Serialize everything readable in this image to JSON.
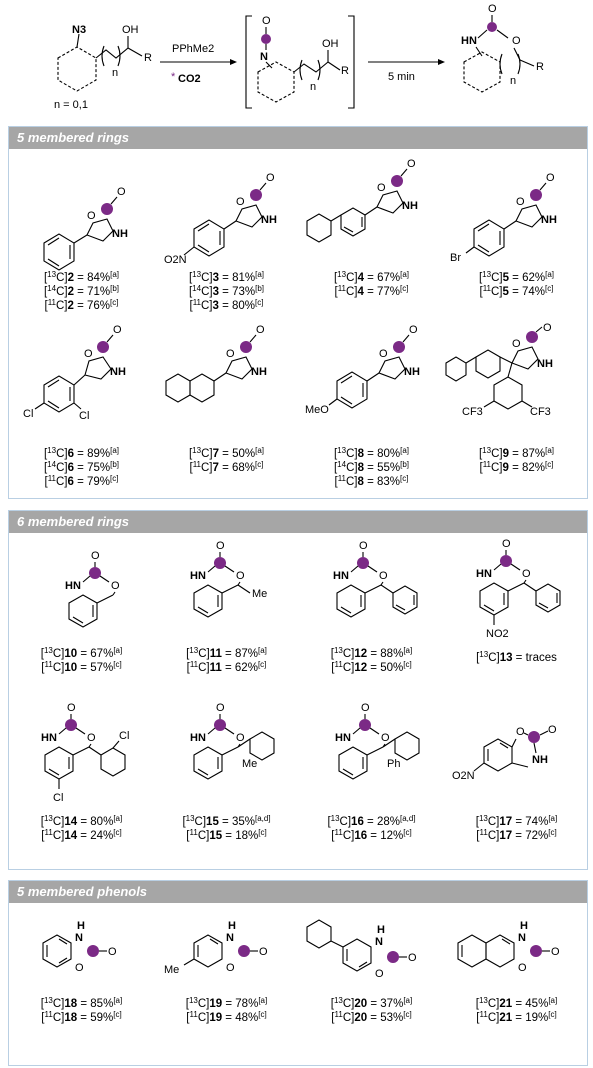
{
  "header": {
    "reagent": "PPhMe2",
    "co2_star": "*",
    "co2": "CO2",
    "time": "5 min",
    "n_note": "n = 0,1",
    "atoms": {
      "n3": "N3",
      "oh": "OH",
      "r": "R",
      "n": "n",
      "hn": "HN",
      "o": "O",
      "n_atom": "N"
    }
  },
  "sections": [
    {
      "title": "5 membered rings",
      "items": [
        {
          "id": "2",
          "yields": [
            {
              "iso": "13",
              "val": "84%",
              "ref": "[a]"
            },
            {
              "iso": "14",
              "val": "71%",
              "ref": "[b]"
            },
            {
              "iso": "11",
              "val": "76%",
              "ref": "[c]"
            }
          ]
        },
        {
          "id": "3",
          "substituent": "O2N",
          "yields": [
            {
              "iso": "13",
              "val": "81%",
              "ref": "[a]"
            },
            {
              "iso": "14",
              "val": "73%",
              "ref": "[b]"
            },
            {
              "iso": "11",
              "val": "80%",
              "ref": "[c]"
            }
          ]
        },
        {
          "id": "4",
          "yields": [
            {
              "iso": "13",
              "val": "67%",
              "ref": "[a]"
            },
            {
              "iso": "11",
              "val": "77%",
              "ref": "[c]"
            }
          ]
        },
        {
          "id": "5",
          "substituent": "Br",
          "yields": [
            {
              "iso": "13",
              "val": "62%",
              "ref": "[a]"
            },
            {
              "iso": "11",
              "val": "74%",
              "ref": "[c]"
            }
          ]
        },
        {
          "id": "6",
          "substituent": "Cl",
          "yields": [
            {
              "iso": "13",
              "val": "89%",
              "ref": "[a]"
            },
            {
              "iso": "14",
              "val": "75%",
              "ref": "[b]"
            },
            {
              "iso": "11",
              "val": "79%",
              "ref": "[c]"
            }
          ]
        },
        {
          "id": "7",
          "yields": [
            {
              "iso": "13",
              "val": "50%",
              "ref": "[a]"
            },
            {
              "iso": "11",
              "val": "68%",
              "ref": "[c]"
            }
          ]
        },
        {
          "id": "8",
          "substituent": "MeO",
          "yields": [
            {
              "iso": "13",
              "val": "80%",
              "ref": "[a]"
            },
            {
              "iso": "14",
              "val": "55%",
              "ref": "[b]"
            },
            {
              "iso": "11",
              "val": "83%",
              "ref": "[c]"
            }
          ]
        },
        {
          "id": "9",
          "substituent": "CF3",
          "yields": [
            {
              "iso": "13",
              "val": "87%",
              "ref": "[a]"
            },
            {
              "iso": "11",
              "val": "82%",
              "ref": "[c]"
            }
          ]
        }
      ]
    },
    {
      "title": "6 membered rings",
      "items": [
        {
          "id": "10",
          "yields": [
            {
              "iso": "13",
              "val": "67%",
              "ref": "[a]"
            },
            {
              "iso": "11",
              "val": "57%",
              "ref": "[c]"
            }
          ]
        },
        {
          "id": "11",
          "substituent": "Me",
          "yields": [
            {
              "iso": "13",
              "val": "87%",
              "ref": "[a]"
            },
            {
              "iso": "11",
              "val": "62%",
              "ref": "[c]"
            }
          ]
        },
        {
          "id": "12",
          "yields": [
            {
              "iso": "13",
              "val": "88%",
              "ref": "[a]"
            },
            {
              "iso": "11",
              "val": "50%",
              "ref": "[c]"
            }
          ]
        },
        {
          "id": "13",
          "substituent": "NO2",
          "yields": [
            {
              "iso": "13",
              "val": "traces",
              "ref": ""
            }
          ]
        },
        {
          "id": "14",
          "substituent": "Cl",
          "yields": [
            {
              "iso": "13",
              "val": "80%",
              "ref": "[a]"
            },
            {
              "iso": "11",
              "val": "24%",
              "ref": "[c]"
            }
          ]
        },
        {
          "id": "15",
          "substituent": "Me",
          "yields": [
            {
              "iso": "13",
              "val": "35%",
              "ref": "[a,d]"
            },
            {
              "iso": "11",
              "val": "18%",
              "ref": "[c]"
            }
          ]
        },
        {
          "id": "16",
          "substituent": "Ph",
          "yields": [
            {
              "iso": "13",
              "val": "28%",
              "ref": "[a,d]"
            },
            {
              "iso": "11",
              "val": "12%",
              "ref": "[c]"
            }
          ]
        },
        {
          "id": "17",
          "substituent": "O2N",
          "yields": [
            {
              "iso": "13",
              "val": "74%",
              "ref": "[a]"
            },
            {
              "iso": "11",
              "val": "72%",
              "ref": "[c]"
            }
          ]
        }
      ]
    },
    {
      "title": "5 membered phenols",
      "items": [
        {
          "id": "18",
          "yields": [
            {
              "iso": "13",
              "val": "85%",
              "ref": "[a]"
            },
            {
              "iso": "11",
              "val": "59%",
              "ref": "[c]"
            }
          ]
        },
        {
          "id": "19",
          "substituent": "Me",
          "yields": [
            {
              "iso": "13",
              "val": "78%",
              "ref": "[a]"
            },
            {
              "iso": "11",
              "val": "48%",
              "ref": "[c]"
            }
          ]
        },
        {
          "id": "20",
          "yields": [
            {
              "iso": "13",
              "val": "37%",
              "ref": "[a]"
            },
            {
              "iso": "11",
              "val": "53%",
              "ref": "[c]"
            }
          ]
        },
        {
          "id": "21",
          "yields": [
            {
              "iso": "13",
              "val": "45%",
              "ref": "[a]"
            },
            {
              "iso": "11",
              "val": "19%",
              "ref": "[c]"
            }
          ]
        }
      ]
    }
  ],
  "colors": {
    "label_dot": "#7b2a86",
    "band": "#a6a6a6",
    "panel_border": "#b9cfe3"
  }
}
